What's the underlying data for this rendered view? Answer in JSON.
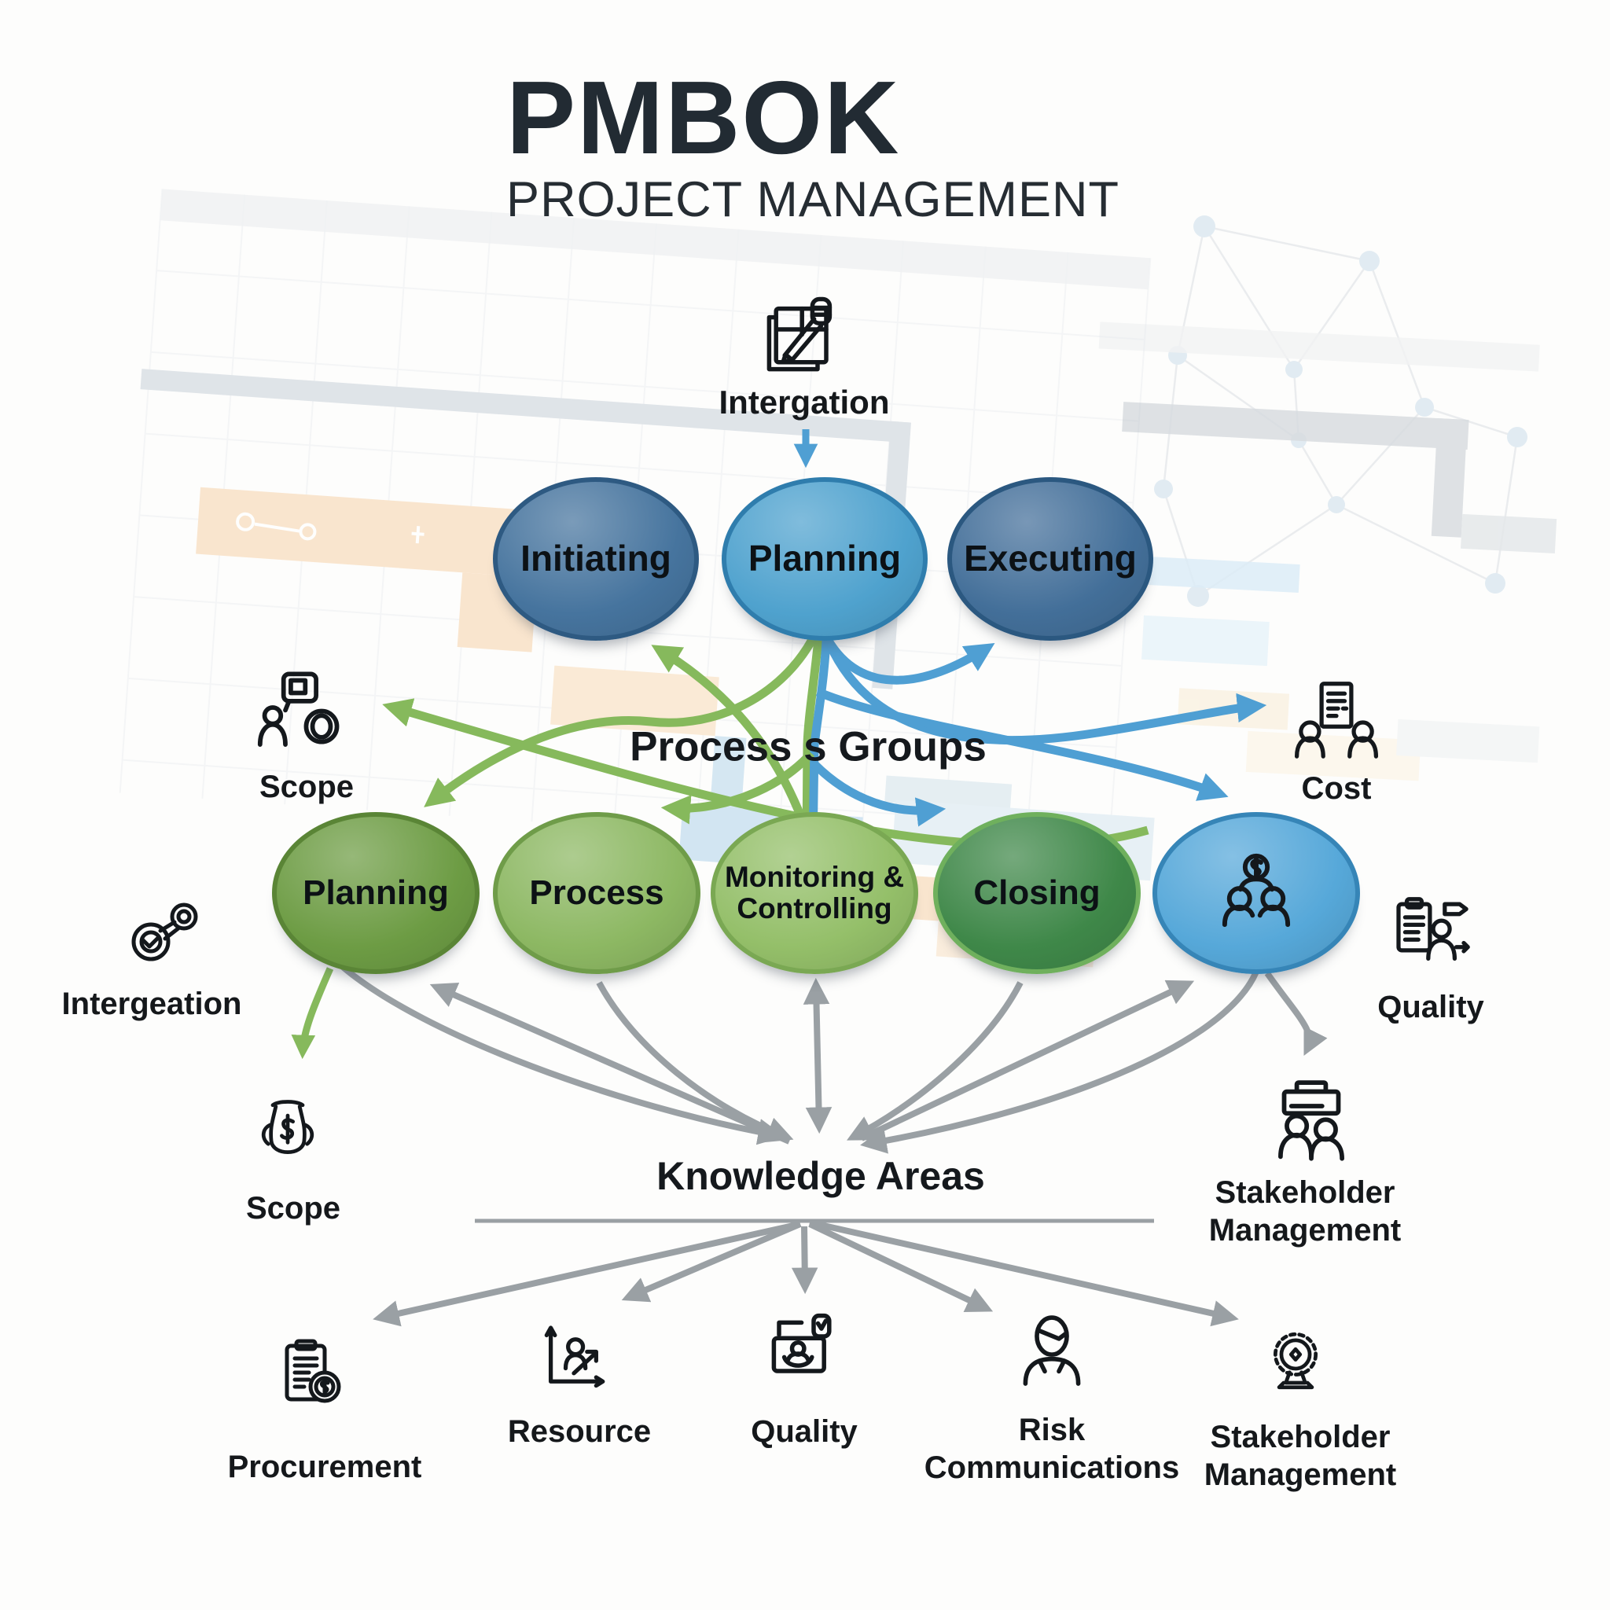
{
  "title": {
    "main": "PMBOK",
    "subtitle": "PROJECT MANAGEMENT"
  },
  "top_item": {
    "label": "Intergation",
    "icon": "blueprint-pencil-icon"
  },
  "process_groups": {
    "label": "Process s Groups",
    "row1": [
      {
        "id": "initiating",
        "label": "Initiating",
        "fill": "#46749e",
        "border": "#2e5a82"
      },
      {
        "id": "planning",
        "label": "Planning",
        "fill": "#4fa2ce",
        "border": "#2f7dad"
      },
      {
        "id": "executing",
        "label": "Executing",
        "fill": "#436f99",
        "border": "#2b5880"
      }
    ],
    "row2": [
      {
        "id": "planning2",
        "label": "Planning",
        "fill": "#6d9c44",
        "border": "#5a8536"
      },
      {
        "id": "process",
        "label": "Process",
        "fill": "#8db863",
        "border": "#6f9c49"
      },
      {
        "id": "monitoring",
        "label": "Monitoring &\nControlling",
        "fill": "#94bf69",
        "border": "#7aa853"
      },
      {
        "id": "closing",
        "label": "Closing",
        "fill": "#3f8849",
        "border": "#6fb05d"
      },
      {
        "id": "team",
        "label": "",
        "fill": "#56a8d9",
        "border": "#3685b7",
        "icon": "team-dollar-icon"
      }
    ]
  },
  "knowledge_areas": {
    "label": "Knowledge Areas",
    "side_items": [
      {
        "id": "scope-left",
        "label": "Scope",
        "icon": "person-chat-icon"
      },
      {
        "id": "cost-right",
        "label": "Cost",
        "icon": "people-document-icon"
      },
      {
        "id": "intergeation-left",
        "label": "Intergeation",
        "icon": "linked-rings-icon"
      },
      {
        "id": "scope-bag-left",
        "label": "Scope",
        "icon": "money-vase-icon"
      },
      {
        "id": "quality-right",
        "label": "Quality",
        "icon": "clipboard-person-icon"
      },
      {
        "id": "stakeholder-right",
        "label": "Stakeholder\nManagement",
        "icon": "podium-people-icon"
      }
    ],
    "bottom_items": [
      {
        "id": "procurement",
        "label": "Procurement",
        "icon": "clipboard-coin-icon"
      },
      {
        "id": "resource",
        "label": "Resource",
        "icon": "growth-chart-person-icon"
      },
      {
        "id": "quality-bottom",
        "label": "Quality",
        "icon": "laptop-person-icon"
      },
      {
        "id": "risk-communications",
        "label": "Risk\nCommunications",
        "icon": "masked-person-icon"
      },
      {
        "id": "stakeholder-bottom",
        "label": "Stakeholder\nManagement",
        "icon": "rosette-award-icon"
      }
    ]
  },
  "colors": {
    "arrow_green": "#86b95c",
    "arrow_blue": "#4f9fd3",
    "arrow_gray": "#9aa0a4",
    "title_text": "#222b33",
    "label_text": "#15181b"
  }
}
